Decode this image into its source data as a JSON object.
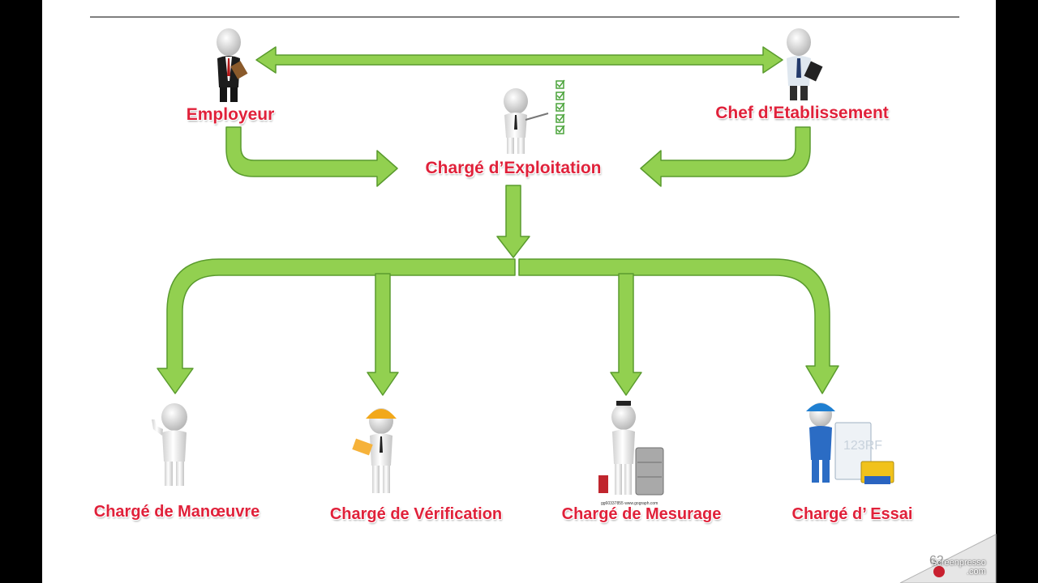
{
  "roles": {
    "employer": "Employeur",
    "chef": "Chef d’Etablissement",
    "exploitation": "Chargé d’Exploitation",
    "manoeuvre": "Chargé de Manœuvre",
    "verification": "Chargé de Vérification",
    "mesurage": "Chargé de Mesurage",
    "essai": "Chargé d’ Essai"
  },
  "stock_text": {
    "board_text": "123RF",
    "image_caption": "gg60337855 www.gograph.com"
  },
  "page_number": "62",
  "watermark": {
    "line1": "Screenpresso",
    "line2": ".com"
  },
  "colors": {
    "arrow_fill": "#92d050",
    "arrow_stroke": "#5a9b2e",
    "label_red": "#e0213a"
  }
}
